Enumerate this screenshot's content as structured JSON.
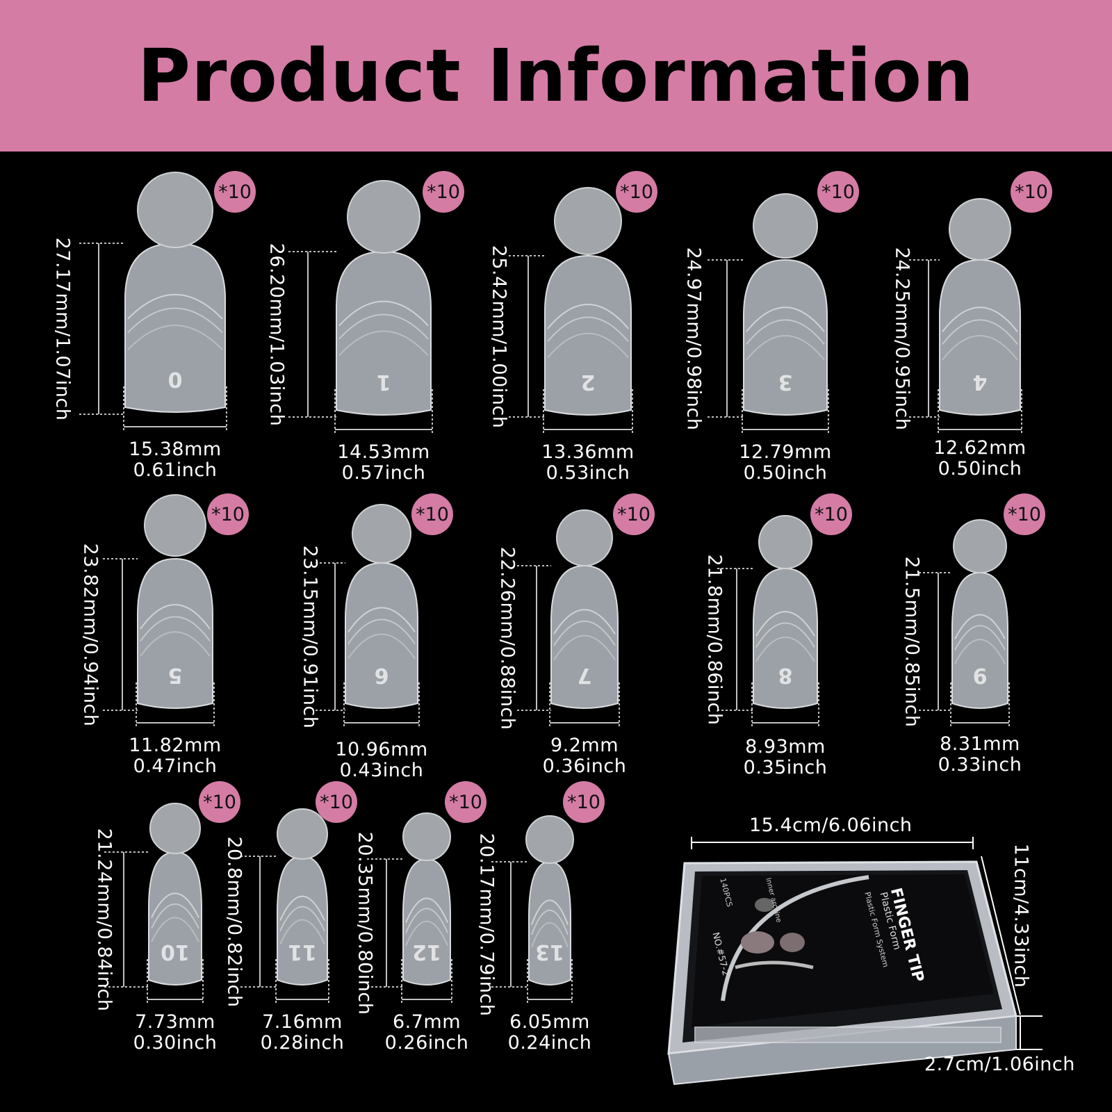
{
  "header": {
    "title": "Product Information"
  },
  "quantity_label": "*10",
  "tips": [
    {
      "number": "0",
      "length": "27.17mm/1.07inch",
      "width_mm": "15.38mm",
      "width_in": "0.61inch"
    },
    {
      "number": "1",
      "length": "26.20mm/1.03inch",
      "width_mm": "14.53mm",
      "width_in": "0.57inch"
    },
    {
      "number": "2",
      "length": "25.42mm/1.00inch",
      "width_mm": "13.36mm",
      "width_in": "0.53inch"
    },
    {
      "number": "3",
      "length": "24.97mm/0.98inch",
      "width_mm": "12.79mm",
      "width_in": "0.50inch"
    },
    {
      "number": "4",
      "length": "24.25mm/0.95inch",
      "width_mm": "12.62mm",
      "width_in": "0.50inch"
    },
    {
      "number": "5",
      "length": "23.82mm/0.94inch",
      "width_mm": "11.82mm",
      "width_in": "0.47inch"
    },
    {
      "number": "6",
      "length": "23.15mm/0.91inch",
      "width_mm": "10.96mm",
      "width_in": "0.43inch"
    },
    {
      "number": "7",
      "length": "22.26mm/0.88inch",
      "width_mm": "9.2mm",
      "width_in": "0.36inch"
    },
    {
      "number": "8",
      "length": "21.8mm/0.86inch",
      "width_mm": "8.93mm",
      "width_in": "0.35inch"
    },
    {
      "number": "9",
      "length": "21.5mm/0.85inch",
      "width_mm": "8.31mm",
      "width_in": "0.33inch"
    },
    {
      "number": "10",
      "length": "21.24mm/0.84inch",
      "width_mm": "7.73mm",
      "width_in": "0.30inch"
    },
    {
      "number": "11",
      "length": "20.8mm/0.82inch",
      "width_mm": "7.16mm",
      "width_in": "0.28inch"
    },
    {
      "number": "12",
      "length": "20.35mm/0.80inch",
      "width_mm": "6.7mm",
      "width_in": "0.26inch"
    },
    {
      "number": "13",
      "length": "20.17mm/0.79inch",
      "width_mm": "6.05mm",
      "width_in": "0.24inch"
    }
  ],
  "box": {
    "width": "15.4cm/6.06inch",
    "depth": "11cm/4.33inch",
    "height": "2.7cm/1.06inch",
    "card_title": "FINGER TIP",
    "card_subtitle": "Plastic Form",
    "card_badge": "Plastic Form System",
    "card_count": "140PCS",
    "card_model": "NO.#57-2",
    "card_line": "Inner arc line"
  },
  "colors": {
    "header_bg": "#d57ca5",
    "badge_bg": "#d57ca5",
    "background": "#000000"
  }
}
